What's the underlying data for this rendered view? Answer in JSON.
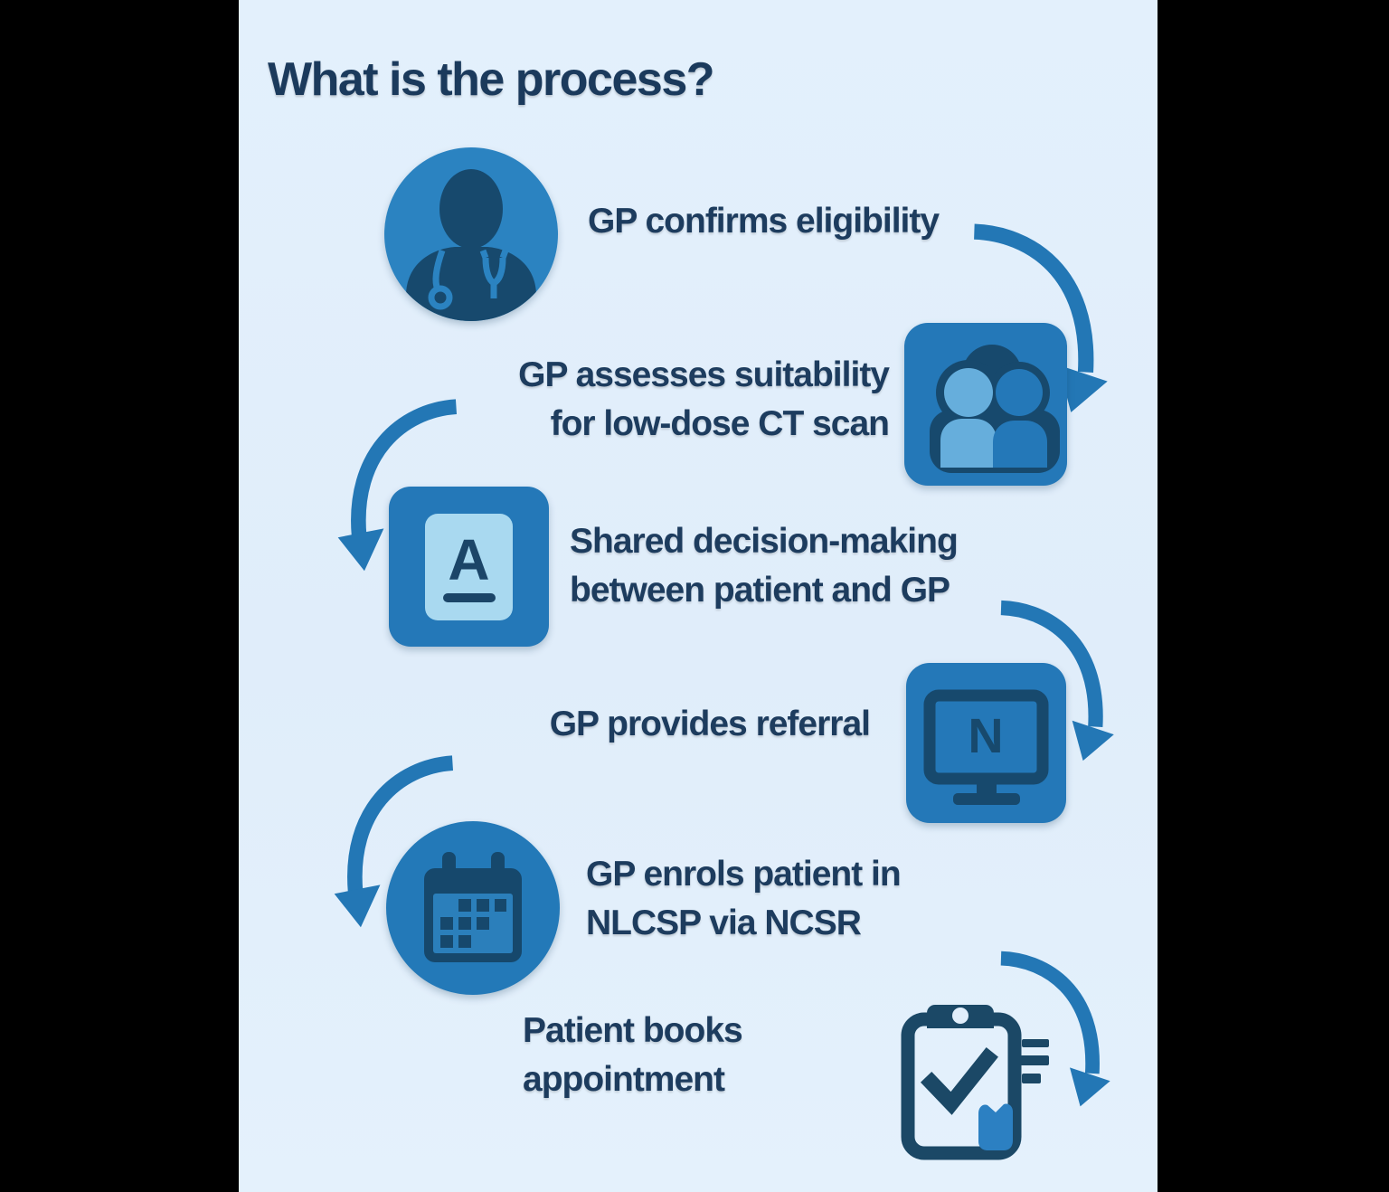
{
  "title": "What is the process?",
  "colors": {
    "background": "#e2effb",
    "frame": "#000000",
    "primary_blue": "#2377b5",
    "icon_dark_navy": "#17496d",
    "text_navy": "#1d3c5e",
    "light_accent": "#a9d9f0",
    "person_light_blue": "#66aedc"
  },
  "steps": [
    {
      "label": "GP confirms eligibility",
      "icon": "doctor-icon"
    },
    {
      "line1": "GP assesses suitability",
      "line2": "for low-dose CT scan",
      "icon": "patients-icon"
    },
    {
      "line1": "Shared decision-making",
      "line2": "between patient and GP",
      "icon": "document-letter-icon",
      "icon_letter": "A"
    },
    {
      "label": "GP provides referral",
      "icon": "monitor-icon",
      "icon_letter": "N"
    },
    {
      "line1": "GP enrols patient in",
      "line2": "NLCSP via NCSR",
      "icon": "calendar-icon"
    },
    {
      "line1": "Patient books",
      "line2": "appointment",
      "icon": "clipboard-check-icon"
    }
  ]
}
